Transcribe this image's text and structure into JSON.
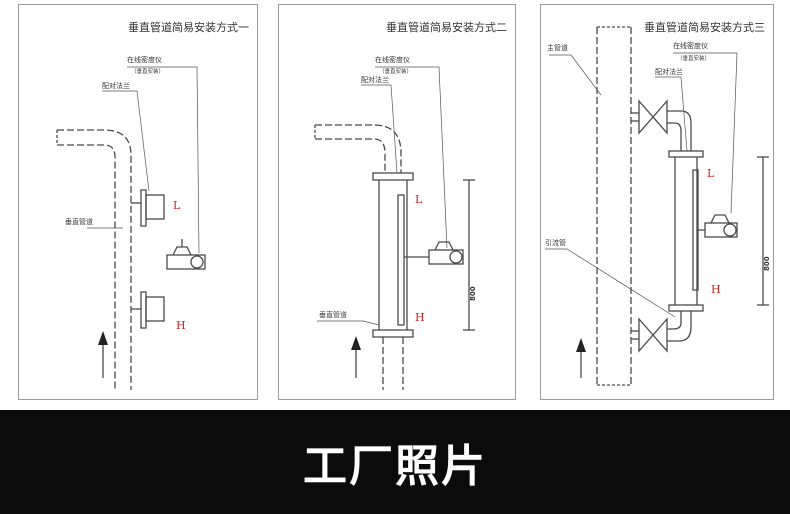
{
  "panels": [
    {
      "title": "垂直管道简易安装方式一",
      "labels": {
        "meter": "在线密度仪",
        "meter_note": "（垂直安装）",
        "flange": "配对法兰",
        "pipe": "垂直管道"
      },
      "mark_low": "L",
      "mark_high": "H"
    },
    {
      "title": "垂直管道简易安装方式二",
      "labels": {
        "meter": "在线密度仪",
        "meter_note": "（垂直安装）",
        "flange": "配对法兰",
        "pipe": "垂直管道"
      },
      "mark_low": "L",
      "mark_high": "H",
      "dimension": "800"
    },
    {
      "title": "垂直管道简易安装方式三",
      "labels": {
        "meter": "在线密度仪",
        "meter_note": "（垂直安装）",
        "flange": "配对法兰",
        "main_pipe": "主管道",
        "lead_pipe": "引流管"
      },
      "mark_low": "L",
      "mark_high": "H",
      "dimension": "800"
    }
  ],
  "footer": {
    "caption": "工厂照片"
  },
  "colors": {
    "mark_red": "#d02020",
    "footer_bg": "#0b0b0b",
    "footer_text": "#ffffff"
  }
}
